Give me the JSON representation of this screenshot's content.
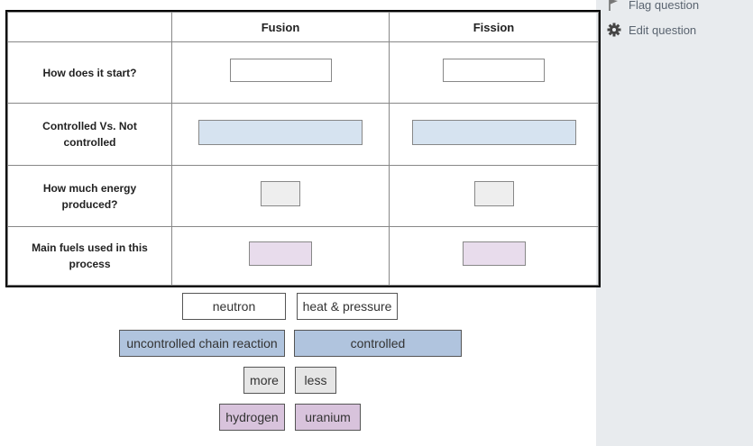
{
  "sidebar": {
    "flag_label": "Flag question",
    "edit_label": "Edit question"
  },
  "table": {
    "headers": [
      "",
      "Fusion",
      "Fission"
    ],
    "rows": [
      {
        "label": "How does it start?"
      },
      {
        "label": "Controlled Vs. Not controlled"
      },
      {
        "label": "How much energy produced?"
      },
      {
        "label": "Main fuels used in this process"
      }
    ]
  },
  "choices": {
    "group1": [
      "neutron",
      "heat & pressure"
    ],
    "group2": [
      "uncontrolled chain reaction",
      "controlled"
    ],
    "group3": [
      "more",
      "less"
    ],
    "group4": [
      "hydrogen",
      "uranium"
    ]
  },
  "colors": {
    "group1": "#ffffff",
    "group2": "#b0c4de",
    "group3": "#e6e6e6",
    "group4": "#d8c3dc"
  }
}
